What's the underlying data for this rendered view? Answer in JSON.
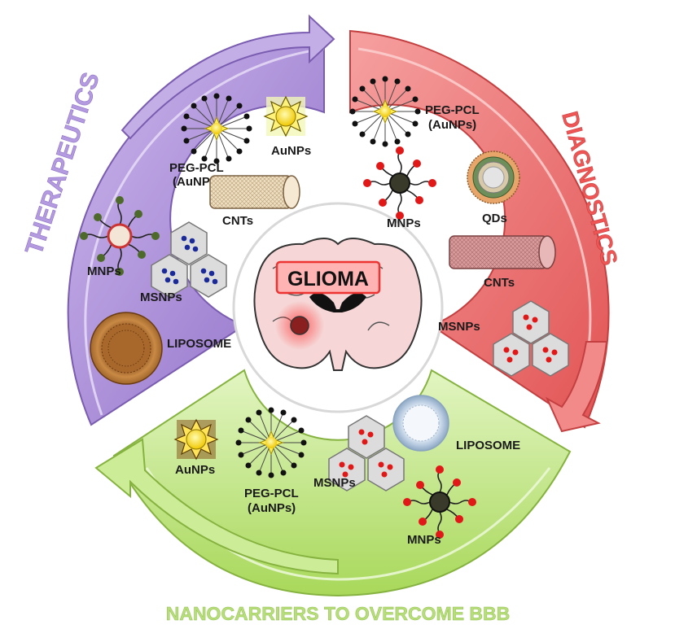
{
  "diagram": {
    "center_label": "GLIOMA",
    "therapeutics": {
      "title": "THERAPEUTICS",
      "color": "#b39ad8",
      "title_color": "#b49be0",
      "items": {
        "peg_pcl_line1": "PEG-PCL",
        "peg_pcl_line2": "(AuNPs)",
        "aunps": "AuNPs",
        "cnts": "CNTs",
        "mnps": "MNPs",
        "msnps": "MSNPs",
        "liposome": "LIPOSOME"
      }
    },
    "diagnostics": {
      "title": "DIAGNOSTICS",
      "color": "#f07a7a",
      "title_color": "#ee5555",
      "items": {
        "peg_pcl_line1": "PEG-PCL",
        "peg_pcl_line2": "(AuNPs)",
        "mnps": "MNPs",
        "qds": "QDs",
        "cnts": "CNTs",
        "msnps": "MSNPs"
      }
    },
    "bbb": {
      "title": "NANOCARRIERS TO OVERCOME BBB",
      "color": "#c6e88a",
      "title_color": "#b7de7a",
      "items": {
        "aunps": "AuNPs",
        "peg_pcl_line1": "PEG-PCL",
        "peg_pcl_line2": "(AuNPs)",
        "msnps": "MSNPs",
        "liposome": "LIPOSOME",
        "mnps": "MNPs"
      }
    }
  }
}
